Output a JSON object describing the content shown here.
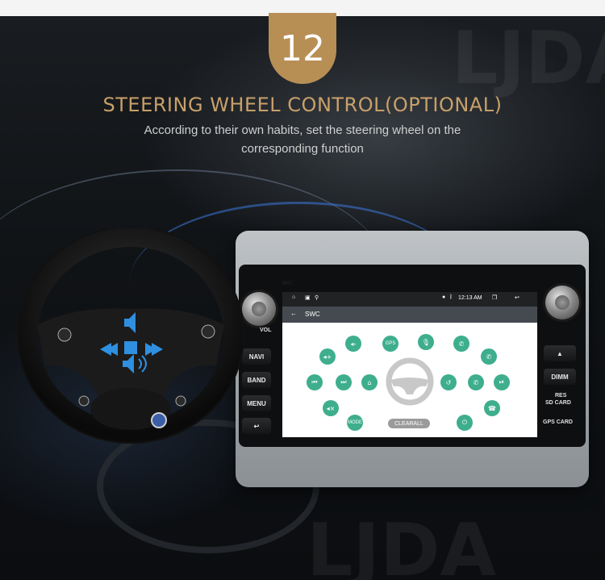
{
  "banner": {
    "step_number": "12",
    "title": "STEERING WHEEL CONTROL(OPTIONAL)",
    "subtitle": "According to their own habits, set the steering wheel on the corresponding function"
  },
  "head_unit": {
    "mic_label": "MIC",
    "vol_label": "VOL",
    "left_buttons": [
      "NAVI",
      "BAND",
      "MENU"
    ],
    "right_buttons": [
      "DIMM",
      "RES",
      "SD CARD",
      "GPS CARD"
    ]
  },
  "screen": {
    "time": "12:13 AM",
    "app_title": "SWC",
    "function_labels": {
      "gps": "GPS",
      "mode": "MODE"
    },
    "clear_all_label": "CLEARALL"
  },
  "colors": {
    "accent_gold": "#c8a06a",
    "badge_bg": "#b78f55",
    "swc_button": "#3eae8c",
    "wheel_blue": "#2f8fe0"
  },
  "icons": [
    "volume-up-icon",
    "prev-track-icon",
    "next-track-icon",
    "stop-icon",
    "speaker-icon",
    "gps-icon",
    "mic-icon",
    "phone-icon",
    "home-icon",
    "back-icon",
    "power-icon",
    "hang-up-icon"
  ]
}
